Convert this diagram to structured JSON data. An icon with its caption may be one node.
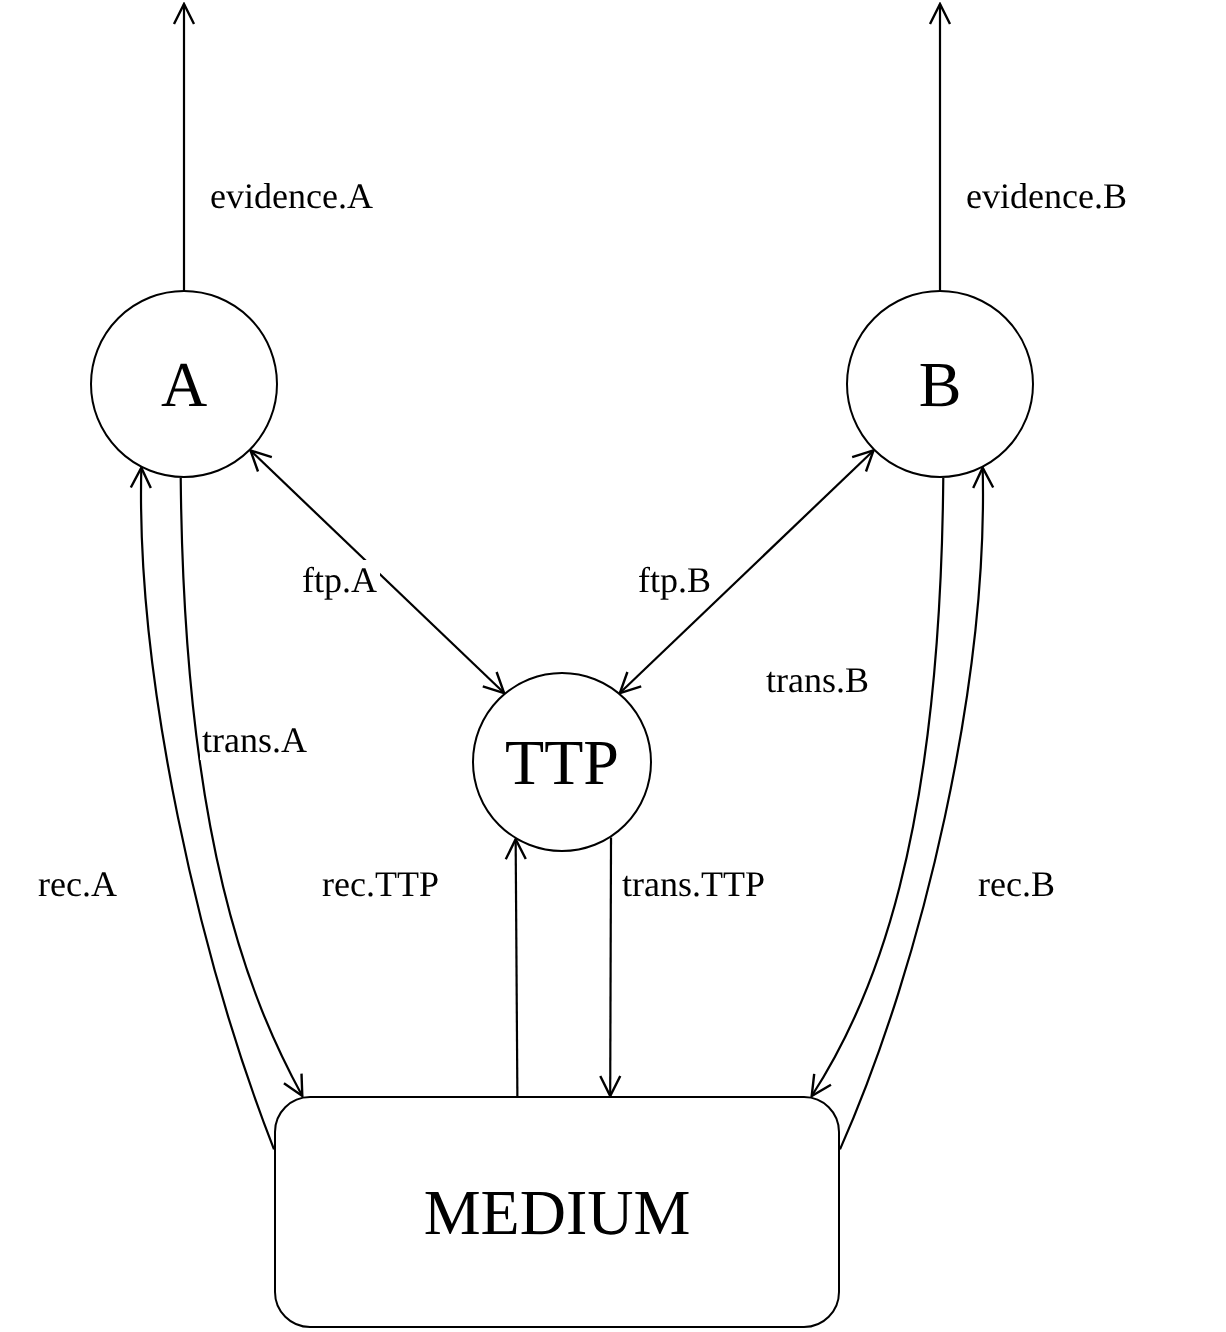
{
  "diagram": {
    "nodes": [
      {
        "text": [
          "A"
        ]
      },
      {
        "text": [
          "B"
        ]
      },
      {
        "text": [
          "TTP"
        ]
      },
      {
        "text": [
          "MEDIUM"
        ]
      }
    ],
    "edges": [
      {
        "from": 0,
        "to": null,
        "arrow": "to",
        "label": "evidence.A"
      },
      {
        "from": 1,
        "to": null,
        "arrow": "to",
        "label": "evidence.B"
      },
      {
        "from": 0,
        "to": 2,
        "arrow": "both",
        "label": "ftp.A"
      },
      {
        "from": 1,
        "to": 2,
        "arrow": "both",
        "label": "ftp.B"
      },
      {
        "from": 0,
        "to": 3,
        "arrow": "to",
        "label": "trans.A"
      },
      {
        "from": 3,
        "to": 0,
        "arrow": "to",
        "label": "rec.A"
      },
      {
        "from": 2,
        "to": 3,
        "arrow": "to",
        "label": "trans.TTP"
      },
      {
        "from": 3,
        "to": 2,
        "arrow": "to",
        "label": "rec.TTP"
      },
      {
        "from": 1,
        "to": 3,
        "arrow": "to",
        "label": "trans.B"
      },
      {
        "from": 3,
        "to": 1,
        "arrow": "to",
        "label": "rec.B"
      }
    ]
  }
}
